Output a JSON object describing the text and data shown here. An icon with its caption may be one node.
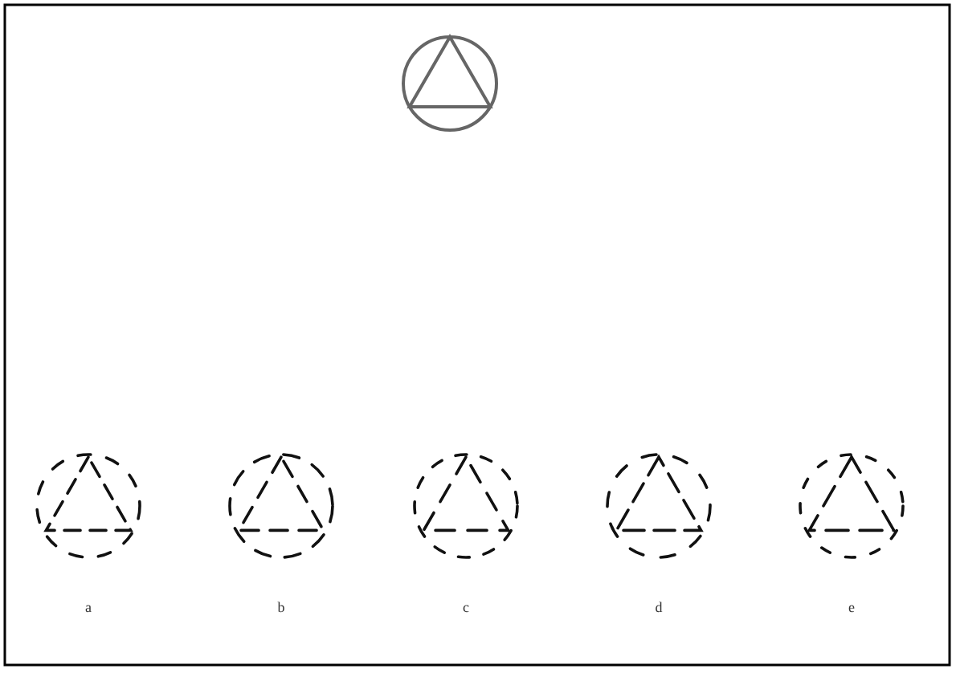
{
  "diagram": {
    "labels": [
      "a",
      "b",
      "c",
      "d",
      "e"
    ]
  }
}
